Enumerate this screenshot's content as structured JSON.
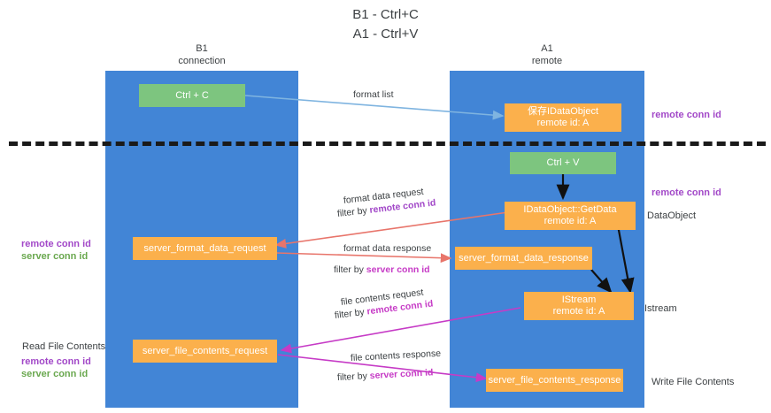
{
  "title": "B1 - Ctrl+C\nA1 - Ctrl+V",
  "columns": [
    {
      "name": "B1\nconnection"
    },
    {
      "name": "A1\nremote"
    }
  ],
  "nodes": {
    "ctrl_c": "Ctrl + C",
    "store_idataobject": "保存IDataObject\nremote id: A",
    "ctrl_v": "Ctrl + V",
    "getdata": "IDataObject::GetData\nremote id: A",
    "server_format_data_request": "server_format_data_request",
    "server_format_data_response": "server_format_data_response",
    "istream": "IStream\nremote id: A",
    "server_file_contents_request": "server_file_contents_request",
    "server_file_contents_response": "server_file_contents_response"
  },
  "arrow_labels": {
    "format_list": "format list",
    "format_data_request": "format data request",
    "format_data_request_filter_prefix": "filter by ",
    "format_data_request_filter_key": "remote conn id",
    "format_data_response": "format data response",
    "format_data_response_filter_prefix": "filter by ",
    "format_data_response_filter_key": "server conn id",
    "file_contents_request": "file contents request",
    "file_contents_request_filter_prefix": "filter by ",
    "file_contents_request_filter_key": "remote conn id",
    "file_contents_response": "file contents response",
    "file_contents_response_filter_prefix": "filter by ",
    "file_contents_response_filter_key": "server conn id"
  },
  "side_labels": {
    "remote_conn_id_top": "remote conn id",
    "remote_conn_id_mid": "remote conn id",
    "dataobject": "DataObject",
    "istream": "Istream",
    "write_file_contents": "Write File Contents",
    "read_file_contents": "Read File Contents",
    "left_keys_mid_remote": "remote conn id",
    "left_keys_mid_server": "server conn id",
    "left_keys_bot_remote": "remote conn id",
    "left_keys_bot_server": "server conn id"
  },
  "colors": {
    "lane": "#4285d6",
    "node_orange": "#fbb04c",
    "node_green": "#7dc57f",
    "key_purple": "#a248c8",
    "key_green": "#6aa84f",
    "key_magenta": "#c63bc6",
    "arrow_blue": "#7fb4e0",
    "arrow_red": "#e8756b",
    "arrow_magenta": "#c63bc6",
    "arrow_black": "#111111",
    "divider": "#1a1a1a"
  }
}
